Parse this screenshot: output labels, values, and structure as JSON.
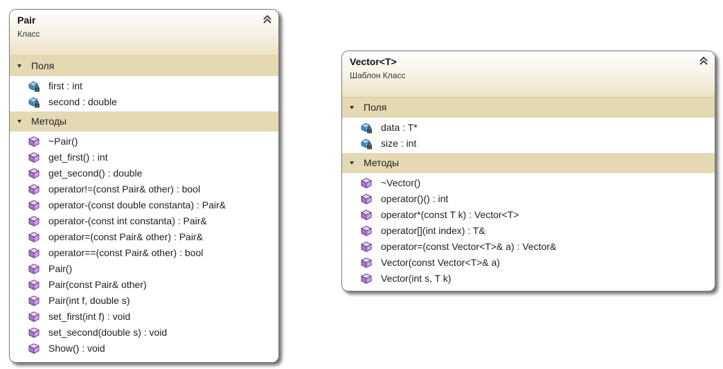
{
  "pair": {
    "title": "Pair",
    "subtitle": "Класс",
    "fields_label": "Поля",
    "fields": [
      "first : int",
      "second : double"
    ],
    "methods_label": "Методы",
    "methods": [
      "~Pair()",
      "get_first() : int",
      "get_second() : double",
      "operator!=(const Pair& other) : bool",
      "operator-(const double constanta) : Pair&",
      "operator-(const int constanta) : Pair&",
      "operator=(const Pair& other) : Pair&",
      "operator==(const Pair& other) : bool",
      "Pair()",
      "Pair(const Pair& other)",
      "Pair(int f, double s)",
      "set_first(int f) : void",
      "set_second(double s) : void",
      "Show() : void"
    ]
  },
  "vector": {
    "title": "Vector<T>",
    "subtitle": "Шаблон Класс",
    "fields_label": "Поля",
    "fields": [
      "data : T*",
      "size : int"
    ],
    "methods_label": "Методы",
    "methods": [
      "~Vector()",
      "operator()() : int",
      "operator*(const T k) : Vector<T>",
      "operator[](int index) : T&",
      "operator=(const Vector<T>& a) : Vector&",
      "Vector(const Vector<T>& a)",
      "Vector(int s, T k)"
    ]
  },
  "icons": {
    "field": "field-lock-icon",
    "method": "method-cube-icon",
    "collapse": "double-chevron-up-icon",
    "expander": "expander-triangle-icon"
  },
  "colors": {
    "header_gradient_end": "#ece2c4",
    "section_bg": "#e4d9b3",
    "field_icon": "#3b8fc8",
    "method_icon": "#8a4fb0"
  }
}
